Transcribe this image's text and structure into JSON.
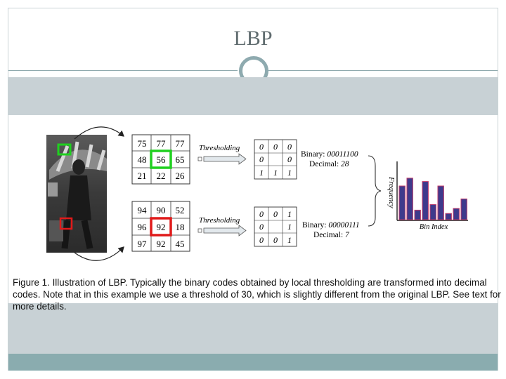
{
  "slide": {
    "title": "LBP",
    "colors": {
      "rule": "#8fa9ad",
      "band": "#c8d1d5",
      "footer": "#8aacaf",
      "ring": "#8eaaaf"
    }
  },
  "figure": {
    "grid_top": [
      "75",
      "77",
      "77",
      "48",
      "56",
      "65",
      "21",
      "22",
      "26"
    ],
    "grid_bottom": [
      "94",
      "90",
      "52",
      "96",
      "92",
      "18",
      "97",
      "92",
      "45"
    ],
    "bin_top": [
      "0",
      "0",
      "0",
      "0",
      "",
      "0",
      "1",
      "1",
      "1"
    ],
    "bin_bottom": [
      "0",
      "0",
      "1",
      "0",
      "",
      "1",
      "0",
      "0",
      "1"
    ],
    "threshold_label": "Thresholding",
    "code_top": {
      "binary_label": "Binary:",
      "binary_value": "00011100",
      "decimal_label": "Decimal:",
      "decimal_value": "28"
    },
    "code_bottom": {
      "binary_label": "Binary:",
      "binary_value": "00000111",
      "decimal_label": "Decimal:",
      "decimal_value": "7"
    },
    "histogram": {
      "ylabel": "Frequency",
      "xlabel": "Bin Index",
      "values": [
        0.6,
        0.74,
        0.17,
        0.68,
        0.27,
        0.6,
        0.11,
        0.2,
        0.37
      ],
      "bar_color": "#3e3a8c",
      "bar_edge": "#c23b6a"
    },
    "caption": "Figure 1. Illustration of LBP. Typically the binary codes obtained by local thresholding are transformed into decimal codes. Note that in this example we use a threshold of 30, which is slightly different from the original LBP. See text for more details."
  }
}
